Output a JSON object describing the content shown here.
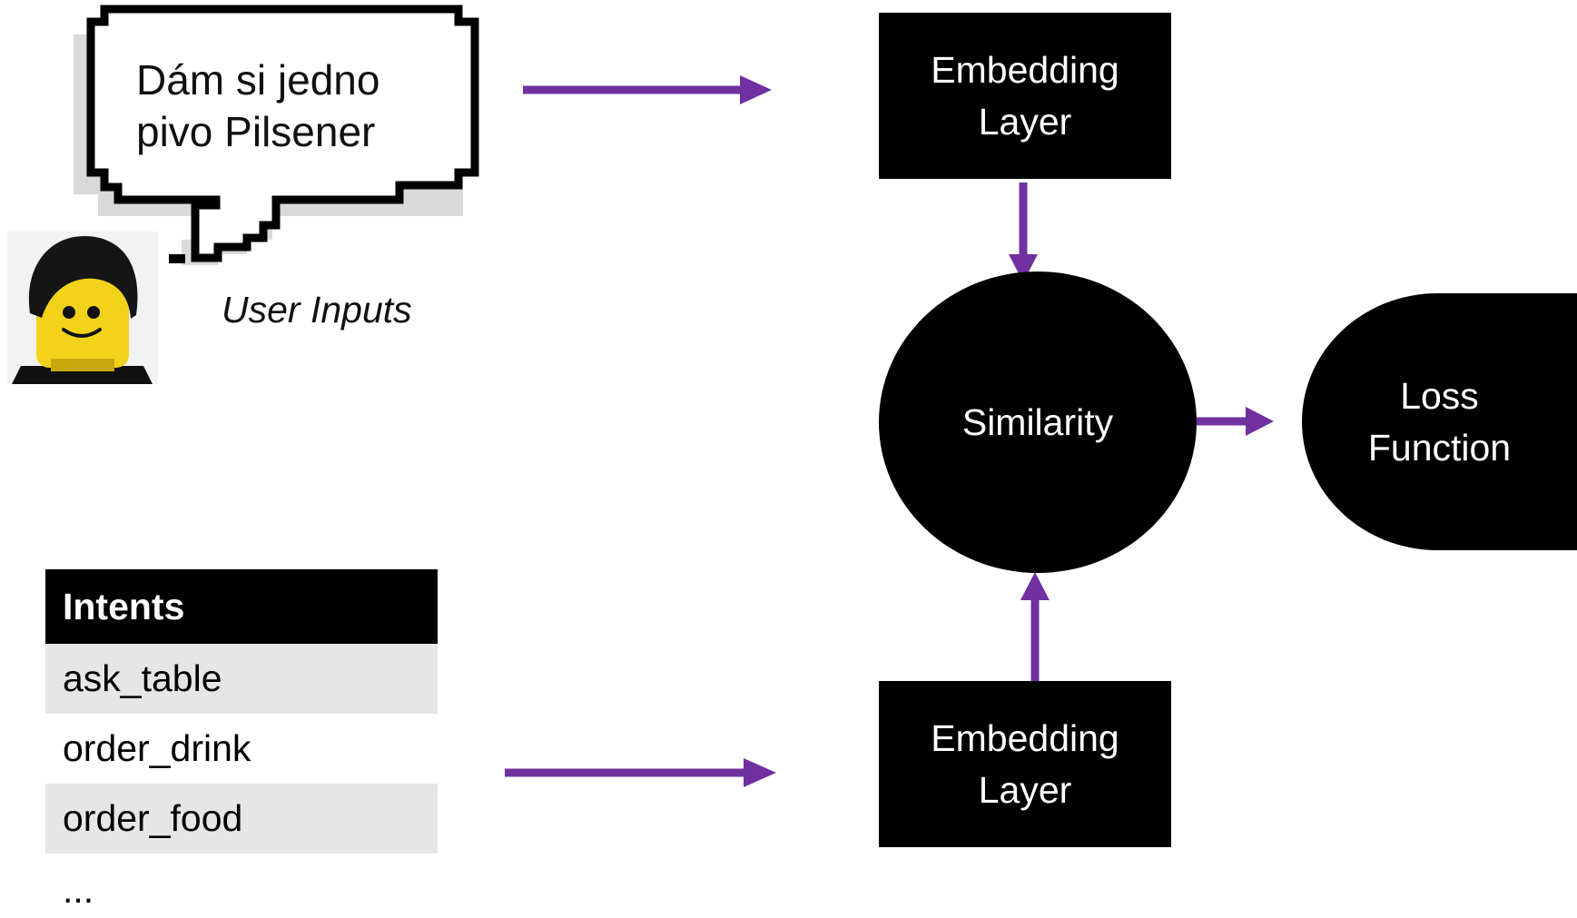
{
  "speech": {
    "line1": "Dám  si jedno",
    "line2": "pivo Pilsener"
  },
  "user_label": "User Inputs",
  "embedding_top": {
    "line1": "Embedding",
    "line2": "Layer"
  },
  "embedding_bottom": {
    "line1": "Embedding",
    "line2": "Layer"
  },
  "similarity": {
    "label": "Similarity"
  },
  "loss": {
    "line1": "Loss",
    "line2": "Function"
  },
  "intents": {
    "header": "Intents",
    "rows": [
      "ask_table",
      "order_drink",
      "order_food"
    ],
    "more": "..."
  },
  "colors": {
    "arrow": "#7030a0",
    "node": "#000000",
    "row_shade": "#e6e6e6"
  },
  "icons": {
    "speech": "pixel-speech-bubble-icon",
    "user": "lego-head-avatar-icon"
  }
}
